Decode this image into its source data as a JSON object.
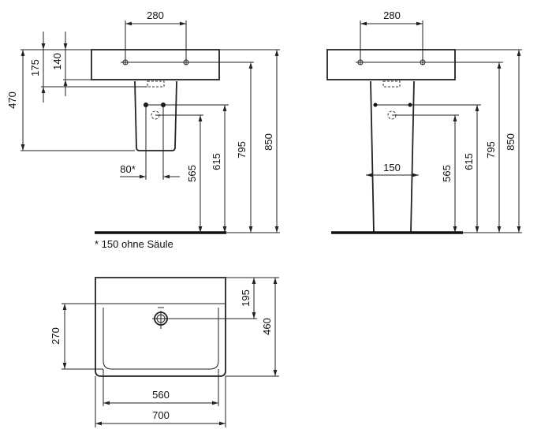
{
  "wall_hung_view": {
    "hole_spacing": "280",
    "dim_175": "175",
    "dim_140": "140",
    "dim_470": "470",
    "dim_80": "80*",
    "dim_565": "565",
    "dim_615": "615",
    "dim_795": "795",
    "dim_850": "850",
    "footnote": "* 150 ohne Säule"
  },
  "pedestal_view": {
    "hole_spacing": "280",
    "dim_150": "150",
    "dim_565": "565",
    "dim_615": "615",
    "dim_795": "795",
    "dim_850": "850"
  },
  "top_view": {
    "dim_195": "195",
    "dim_460": "460",
    "dim_270": "270",
    "dim_560": "560",
    "dim_700": "700"
  }
}
